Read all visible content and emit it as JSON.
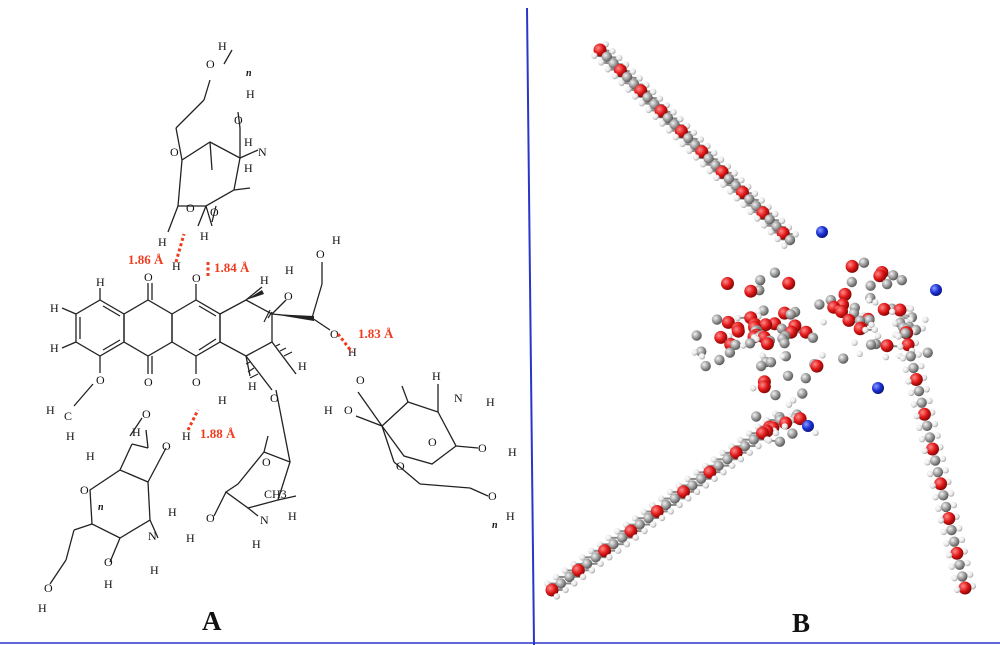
{
  "panels": [
    {
      "id": "A",
      "label": "A"
    },
    {
      "id": "B",
      "label": "B"
    }
  ],
  "hbonds": [
    {
      "label": "1.86 Å"
    },
    {
      "label": "1.84 Å"
    },
    {
      "label": "1.83 Å"
    },
    {
      "label": "1.88 Å"
    }
  ],
  "atom_labels": {
    "H": "H",
    "O": "O",
    "N": "N",
    "C": "C",
    "n": "n",
    "CH3": "CH3"
  },
  "colors": {
    "hbond": "#f03c1e",
    "divider": "#2a36c8",
    "oxygen": "#e01616",
    "carbon": "#9a9a9a",
    "hydrogen": "#e6e6e6",
    "nitrogen": "#1a2fd6"
  }
}
